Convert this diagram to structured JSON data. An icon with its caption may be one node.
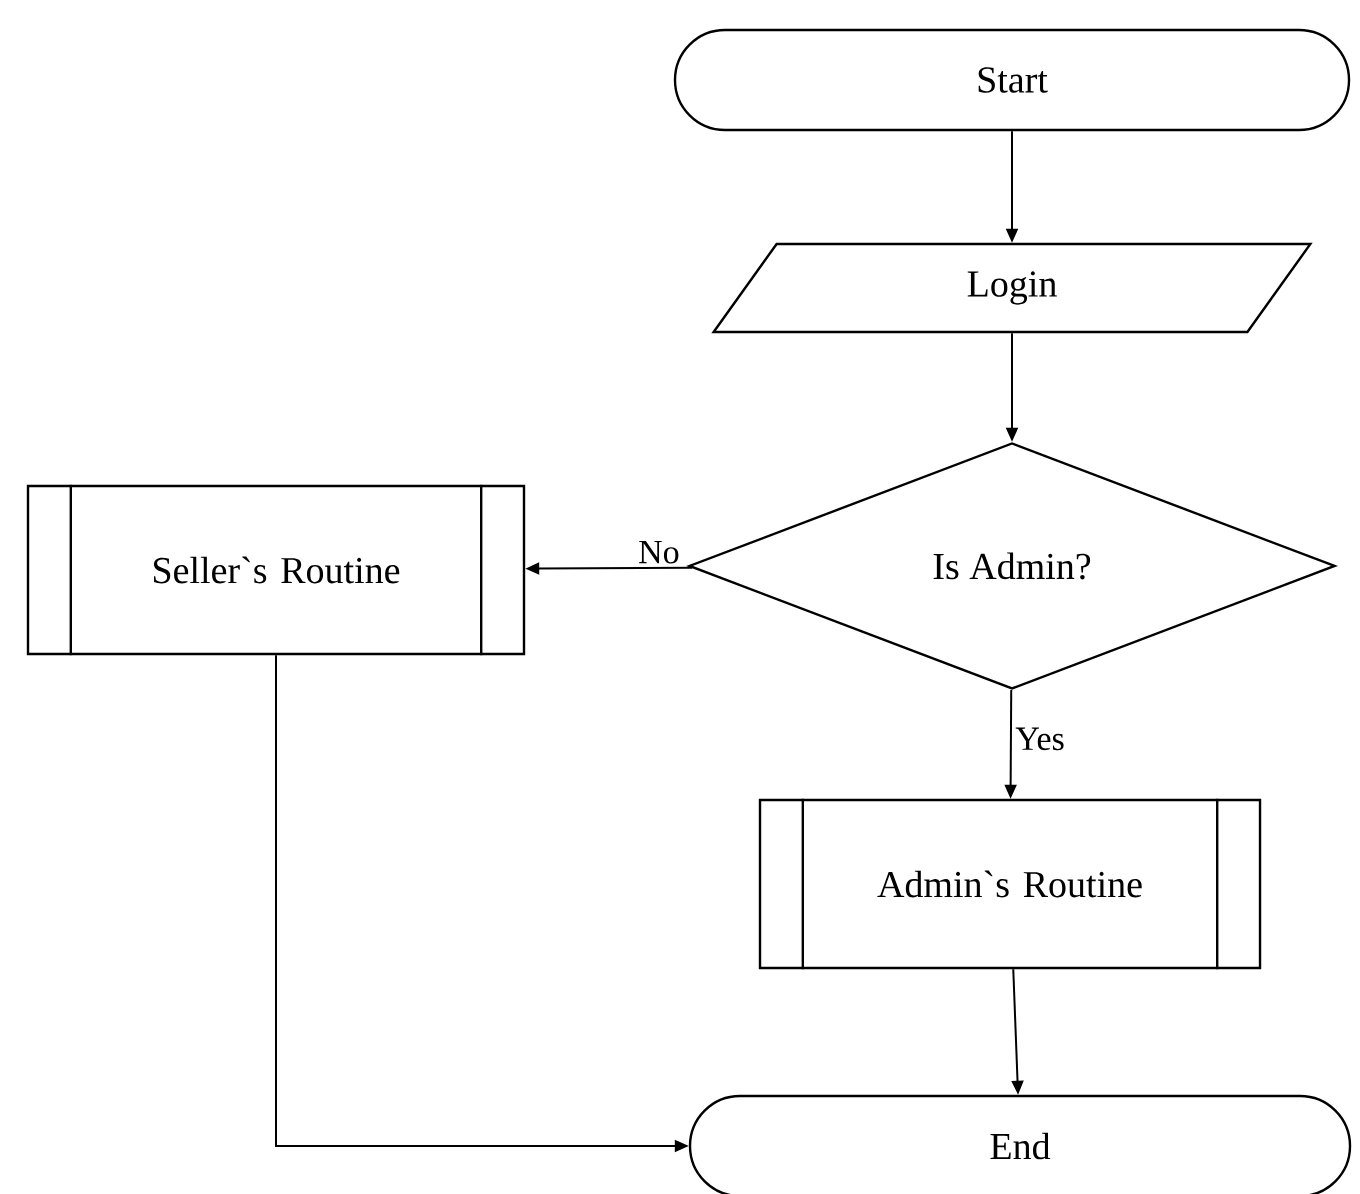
{
  "diagram": {
    "nodes": [
      {
        "text": [
          "Start"
        ]
      },
      {
        "text": [
          "Login"
        ]
      },
      {
        "text": [
          "Is Admin?"
        ]
      },
      {
        "text": [
          "Seller`s Routine"
        ]
      },
      {
        "text": [
          "Admin`s Routine"
        ]
      },
      {
        "text": [
          "End"
        ]
      }
    ],
    "edges": [
      {
        "from": 0,
        "to": 1,
        "arrow": "to"
      },
      {
        "from": 1,
        "to": 2,
        "arrow": "to"
      },
      {
        "from": 2,
        "to": 3,
        "arrow": "to",
        "label": "No"
      },
      {
        "from": 2,
        "to": 4,
        "arrow": "to",
        "label": "Yes"
      },
      {
        "from": 4,
        "to": 5,
        "arrow": "to"
      },
      {
        "from": 3,
        "to": 5,
        "arrow": "to"
      }
    ]
  }
}
